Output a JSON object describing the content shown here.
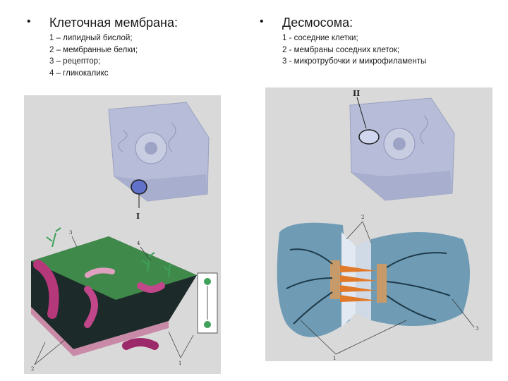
{
  "left": {
    "title": "Клеточная мембрана:",
    "legend": [
      "1 – липидный бислой;",
      "2 – мембранные белки;",
      "3 – рецептор;",
      "4 – гликокаликс"
    ],
    "figure": {
      "marker": "I",
      "callouts": [
        "1",
        "2",
        "3",
        "4"
      ]
    }
  },
  "right": {
    "title": "Десмосома:",
    "legend": [
      "1 - соседние клетки;",
      "2 - мембраны соседних клеток;",
      "3 - микротрубочки и микрофиламенты"
    ],
    "figure": {
      "marker": "II",
      "callouts": [
        "1",
        "2",
        "3"
      ]
    }
  },
  "bullet_glyph": "•"
}
